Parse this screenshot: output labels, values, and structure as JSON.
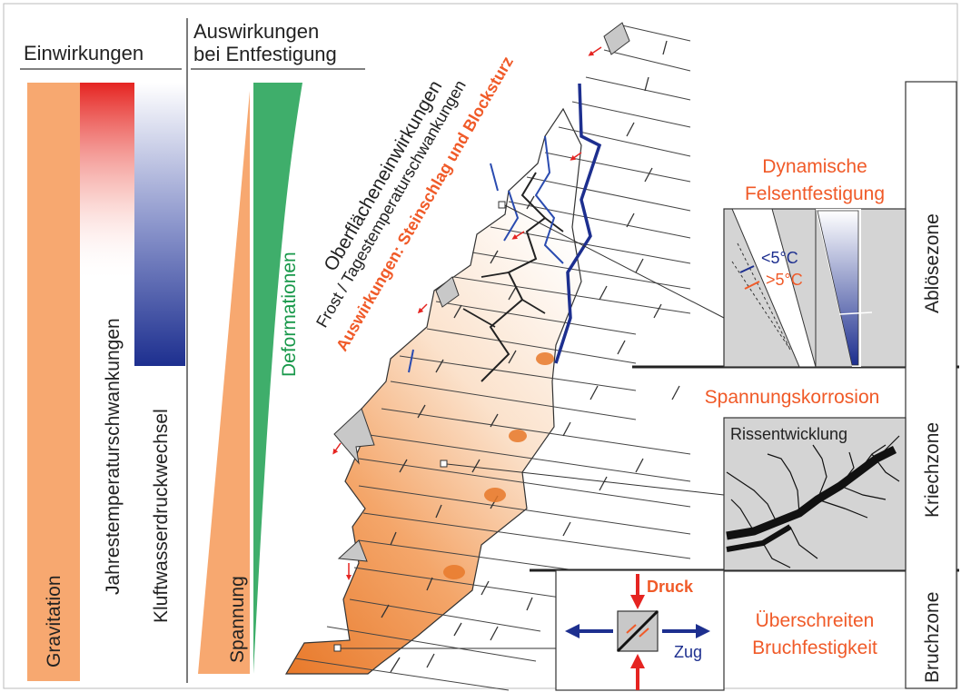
{
  "header": {
    "influences": "Einwirkungen",
    "effects_line1": "Auswirkungen",
    "effects_line2": "bei Entfestigung"
  },
  "columns": {
    "gravitation": "Gravitation",
    "annual_temp": "Jahrestemperaturschwankungen",
    "joint_water": "Kluftwasserdruckwechsel",
    "stress": "Spannung",
    "deformation": "Deformationen"
  },
  "slope_labels": {
    "surface": "Oberflächeneinwirkungen",
    "frost": "Frost / Tagestemperaturschwankungen",
    "effects": "Auswirkungen: Steinschlag und Blocksturz"
  },
  "zones": {
    "ablose": "Ablösezone",
    "kriech": "Kriechzone",
    "bruch": "Bruchzone"
  },
  "panels": {
    "dynamic_line1": "Dynamische",
    "dynamic_line2": "Felsentfestigung",
    "below5": "<5°C",
    "above5": ">5°C",
    "stress_corrosion": "Spannungskorrosion",
    "crack_dev": "Rissentwicklung",
    "pressure": "Druck",
    "tension": "Zug",
    "exceed_line1": "Überschreiten",
    "exceed_line2": "Bruchfestigkeit"
  },
  "colors": {
    "orange": "#f7a870",
    "red": "#e52421",
    "blue": "#1d2f8f",
    "green": "#3fae6b",
    "label_red": "#f05a28",
    "gray": "#c8c8c8"
  }
}
